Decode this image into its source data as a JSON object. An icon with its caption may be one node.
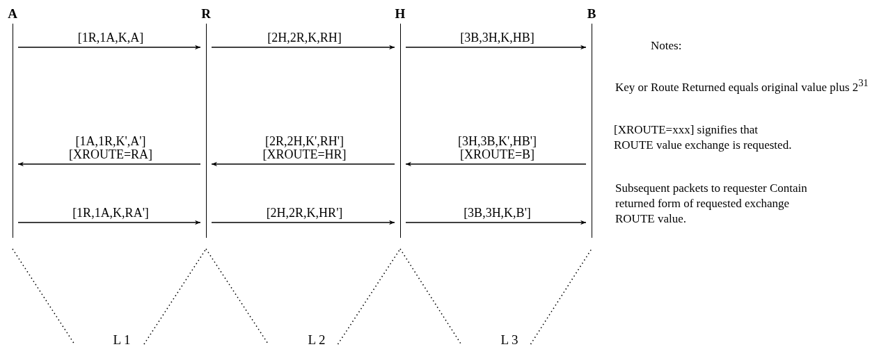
{
  "diagram": {
    "nodes": [
      {
        "text": [
          "A"
        ]
      },
      {
        "text": [
          "R"
        ]
      },
      {
        "text": [
          "H"
        ]
      },
      {
        "text": [
          "B"
        ]
      }
    ],
    "edges": [
      {
        "from": 0,
        "to": 1,
        "arrow": "to",
        "label": "[1R,1A,K,A]"
      },
      {
        "from": 1,
        "to": 2,
        "arrow": "to",
        "label": "[2H,2R,K,RH]"
      },
      {
        "from": 2,
        "to": 3,
        "arrow": "to",
        "label": "[3B,3H,K,HB]"
      },
      {
        "from": 1,
        "to": 0,
        "arrow": "to",
        "label": "[1A,1R,K',A'] [XROUTE=RA]"
      },
      {
        "from": 2,
        "to": 1,
        "arrow": "to",
        "label": "[2R,2H,K',RH'] [XROUTE=HR]"
      },
      {
        "from": 3,
        "to": 2,
        "arrow": "to",
        "label": "[3H,3B,K',HB'] [XROUTE=B]"
      },
      {
        "from": 0,
        "to": 1,
        "arrow": "to",
        "label": "[1R,1A,K,RA']"
      },
      {
        "from": 1,
        "to": 2,
        "arrow": "to",
        "label": "[2H,2R,K,HR']"
      },
      {
        "from": 2,
        "to": 3,
        "arrow": "to",
        "label": "[3B,3H,K,B']"
      }
    ],
    "labels": [
      "Notes:",
      "Key or Route Returned equals original value plus 2$^{31}$",
      "[XROUTE=xxx] signifies that ROUTE value exchange is requested.",
      "Subsequent packets to requester Contain returned form of requested exchange ROUTE value.",
      "L 1",
      "L 2",
      "L 3"
    ]
  }
}
